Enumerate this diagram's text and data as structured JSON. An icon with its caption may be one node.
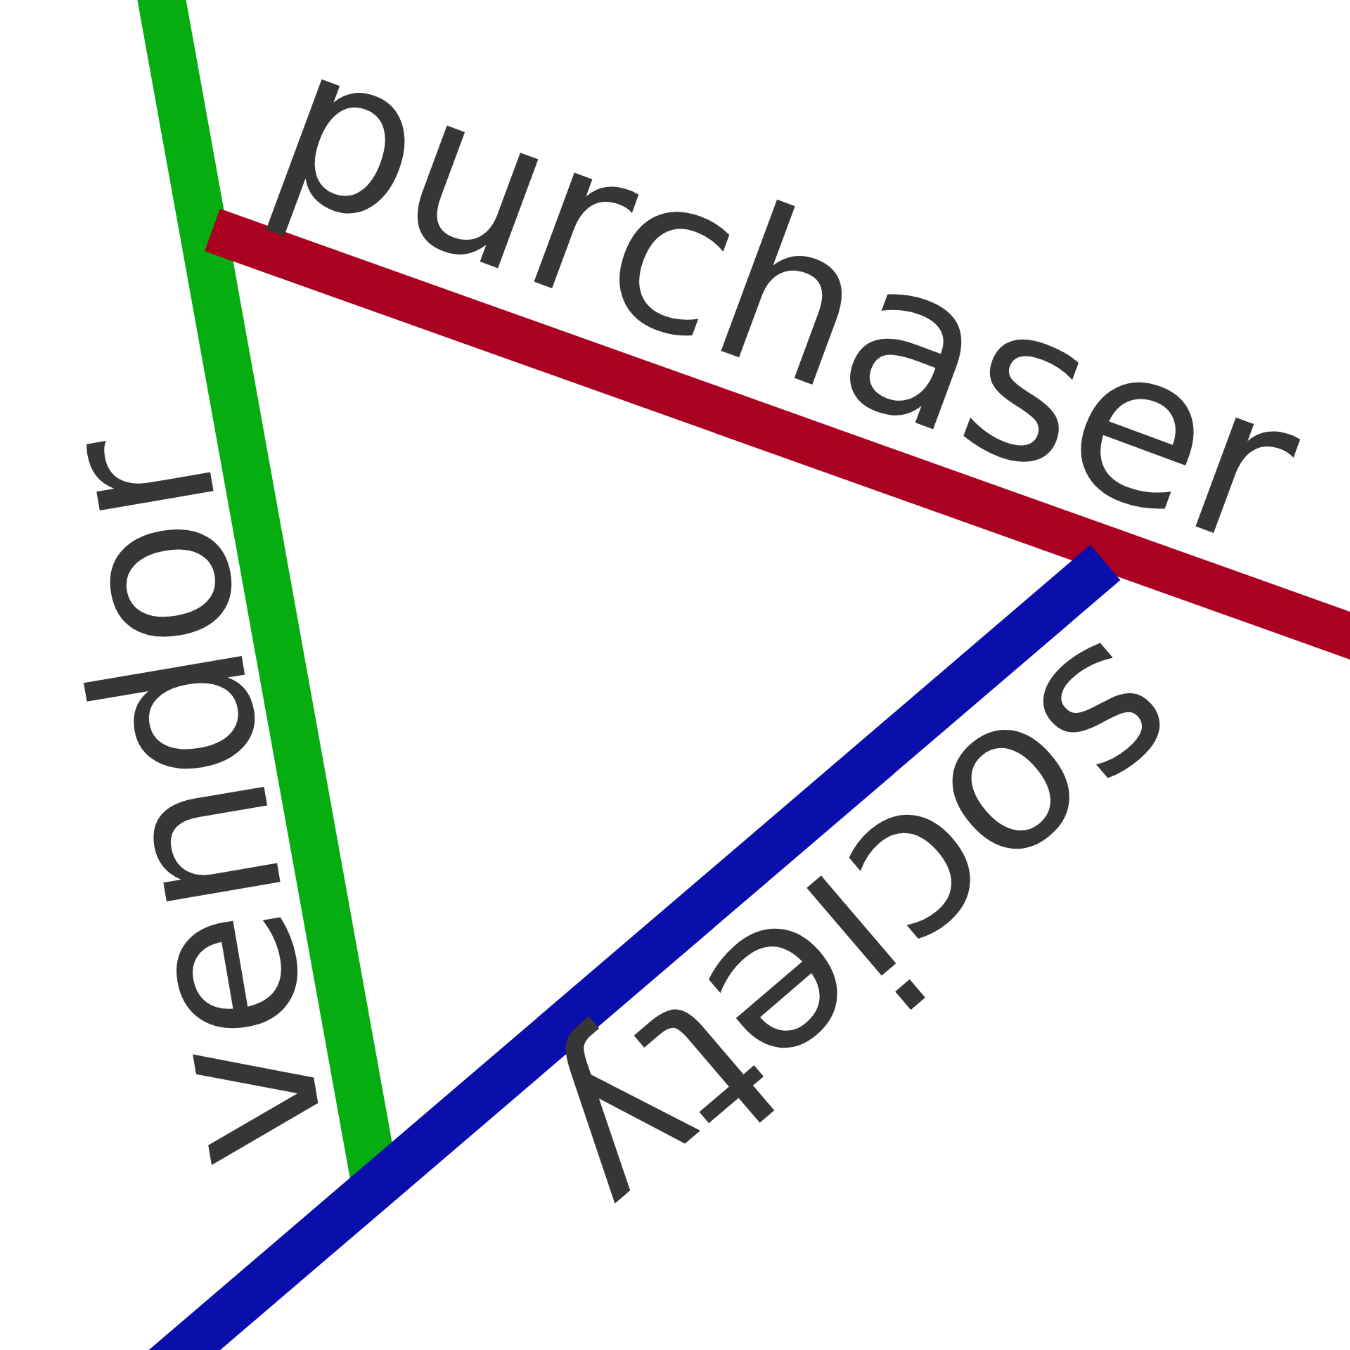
{
  "diagram": {
    "labels": [
      "purchaser",
      "vendor",
      "society"
    ]
  }
}
